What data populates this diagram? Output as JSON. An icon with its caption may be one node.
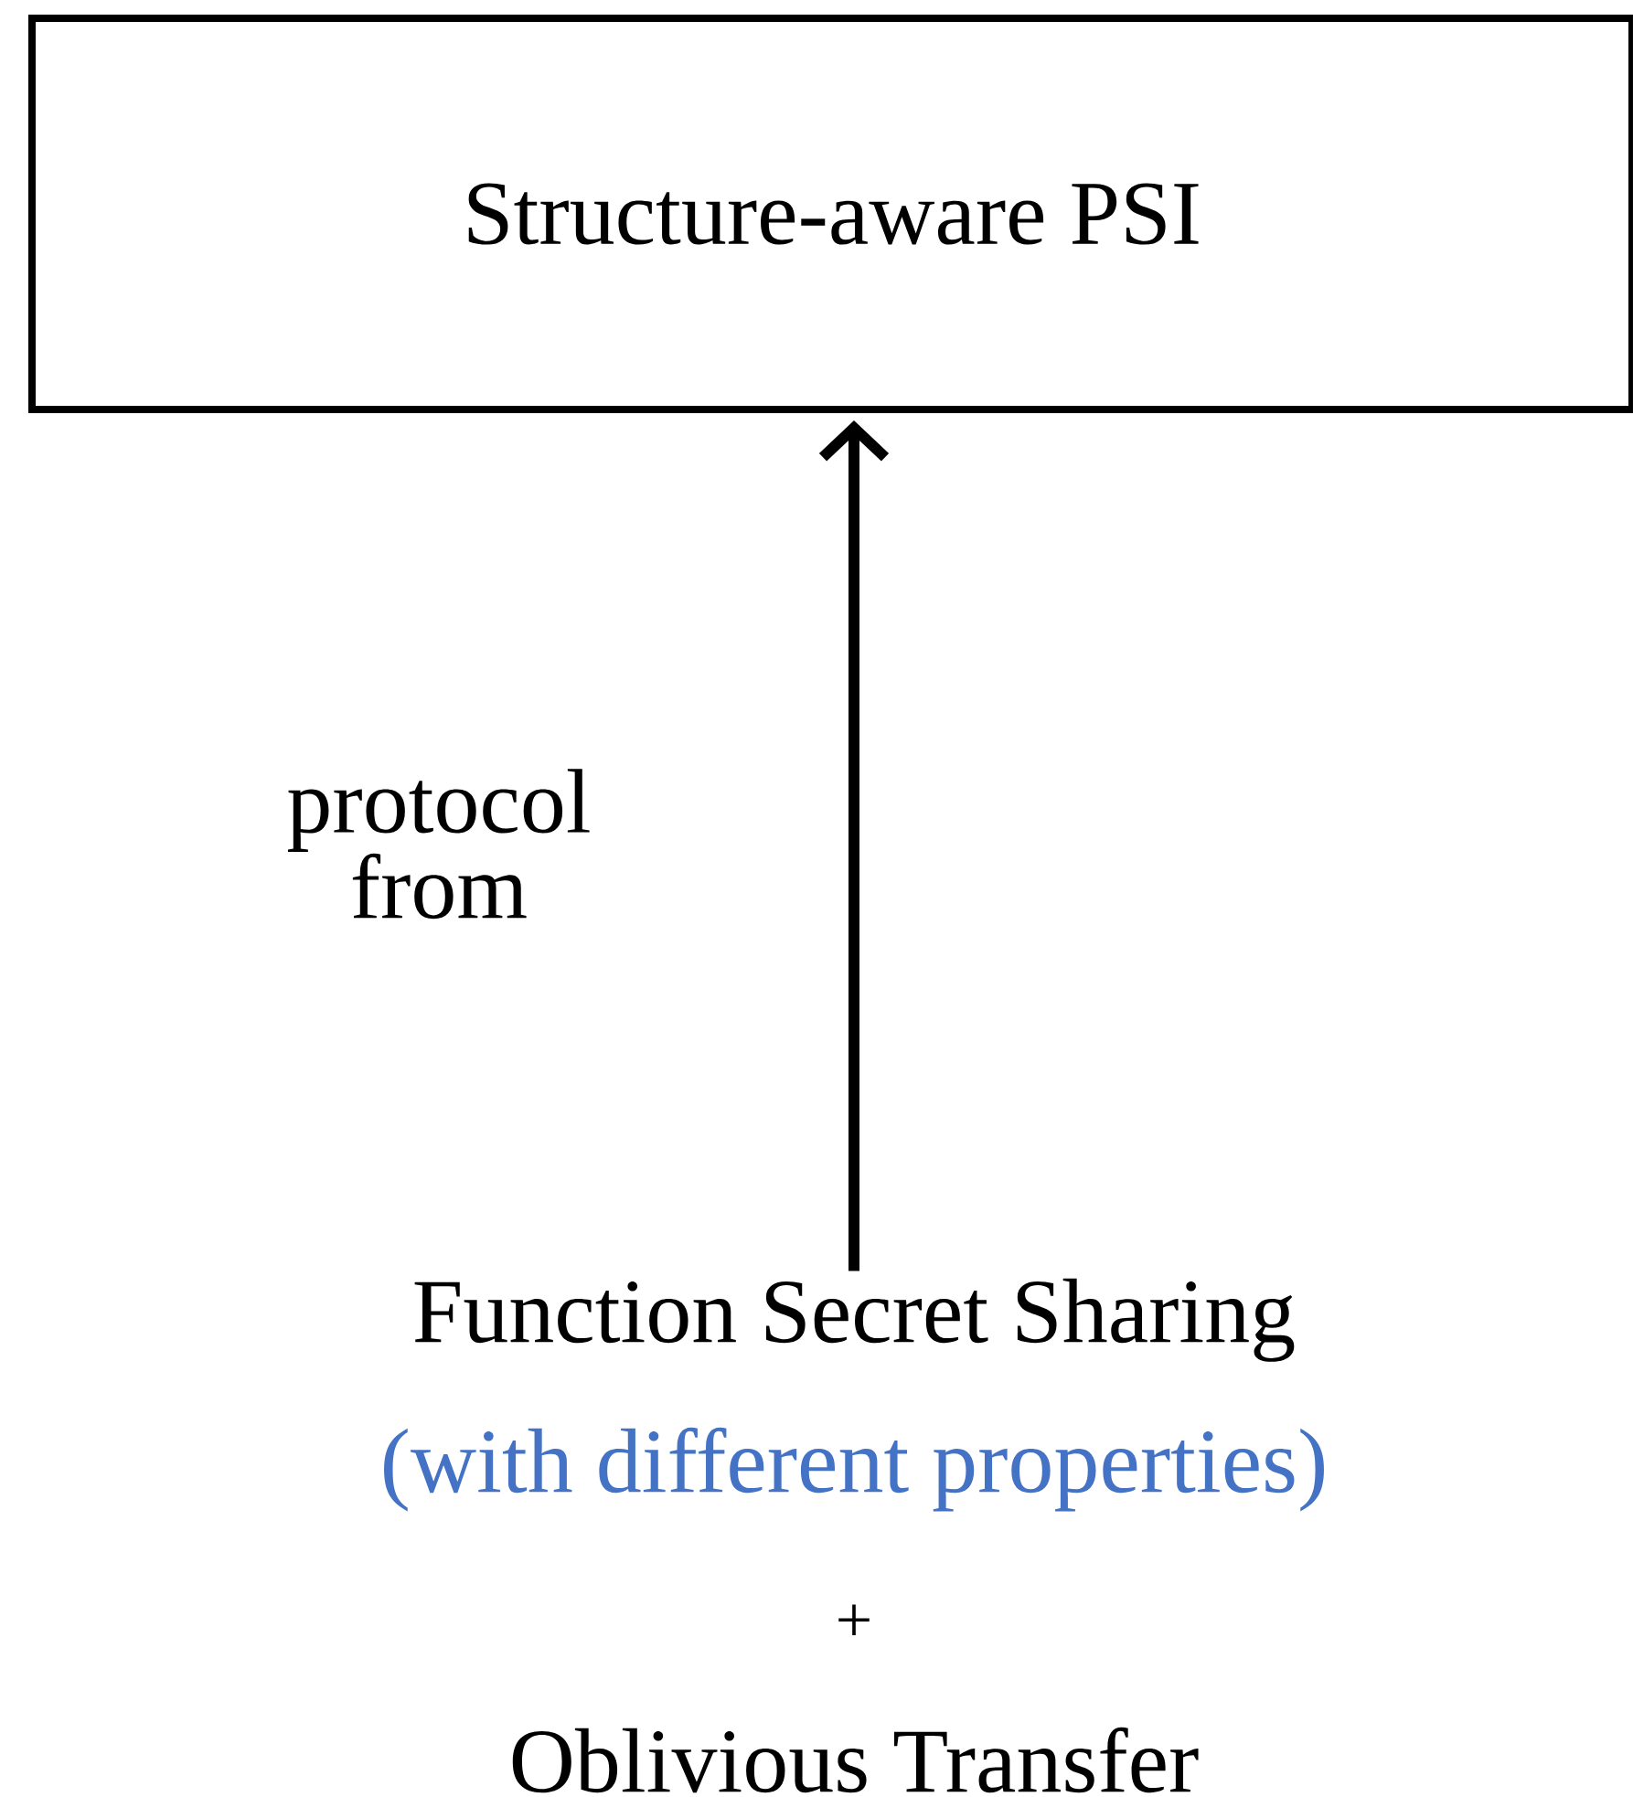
{
  "diagram": {
    "nodes": [
      {
        "text": [
          "Structure-aware PSI"
        ]
      },
      {
        "text": [
          "Function Secret Sharing",
          "(with different properties)",
          "+",
          "Oblivious Transfer"
        ]
      }
    ],
    "edges": [
      {
        "from": 1,
        "to": 0,
        "arrow": "to",
        "label": "protocol from"
      }
    ]
  }
}
